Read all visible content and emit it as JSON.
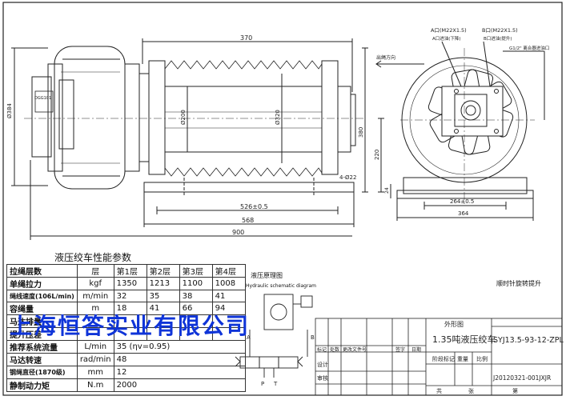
{
  "dims": {
    "d370": "370",
    "d384": "Ø384",
    "d200": "Ø200",
    "d320": "Ø320",
    "d380": "380",
    "d220": "220",
    "d526": "526±0.5",
    "d568": "568",
    "d900": "900",
    "d24": "24",
    "d264": "264±0.5",
    "d364": "364",
    "d422": "4-Ø22"
  },
  "labels": {
    "port_a": "A口(M22X1.5)",
    "port_a_sub": "A口进油(下降)",
    "port_b": "B口(M22X1.5)",
    "port_b_sub": "B口进油(提升)",
    "rope_dir": "出绳方向",
    "port_g": "G1/2\" 离合器进油口",
    "brand_plate": "DGG101"
  },
  "perf_title": "液压绞车性能参数",
  "perf_table": {
    "header": [
      "拉绳层数",
      "层",
      "第1层",
      "第2层",
      "第3层",
      "第4层"
    ],
    "rows": [
      [
        "单绳拉力",
        "kgf",
        "1350",
        "1213",
        "1100",
        "1008"
      ],
      [
        "绳线速度(106L/min)",
        "m/min",
        "32",
        "35",
        "38",
        "41"
      ],
      [
        "容绳量",
        "m",
        "18",
        "41",
        "66",
        "94"
      ],
      [
        "马达排量",
        "",
        "",
        "",
        "",
        ""
      ],
      [
        "提升压差",
        "",
        "",
        "",
        "",
        ""
      ],
      [
        "推荐系统流量",
        "L/min",
        "35 (ηv=0.95)",
        "",
        "",
        ""
      ],
      [
        "马达转速",
        "rad/min",
        "48",
        "",
        "",
        ""
      ],
      [
        "钢绳直径(1870级)",
        "mm",
        "12",
        "",
        "",
        ""
      ],
      [
        "静制动力矩",
        "N.m",
        "2000",
        "",
        "",
        ""
      ]
    ]
  },
  "schematic": {
    "title": "液压原理图",
    "title_en": "Hydraulic schematic diagram",
    "port_a": "A",
    "port_b": "B",
    "port_p": "P",
    "port_t": "T"
  },
  "rotation_note": "顺时针旋转提升",
  "company": "上海恒答实业有限公司",
  "title_block": {
    "outline": "外形图",
    "product": "1.35吨液压绞车",
    "drawing_no": "SYJ13.5-93-12-ZPL",
    "doc_no": "J20120321-001JXJR",
    "mark": "标记",
    "count": "处数",
    "file_no": "更改文件号",
    "sign": "签字",
    "date": "日期",
    "design": "设计",
    "check": "审核",
    "stage": "阶段标记",
    "weight": "重量",
    "scale": "比例",
    "total": "共",
    "sheet": "张",
    "page": "第"
  },
  "colors": {
    "line": "#222222",
    "company_text": "#0f34d8"
  }
}
